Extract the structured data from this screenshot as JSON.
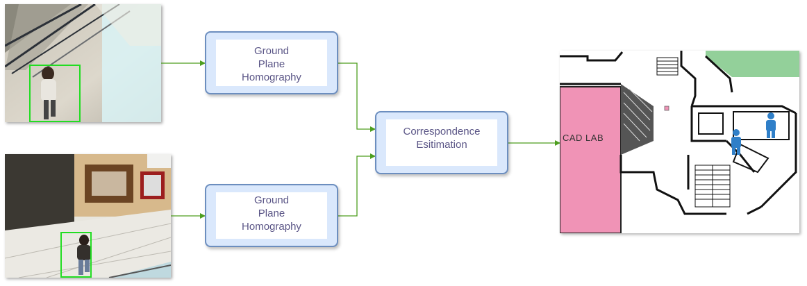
{
  "nodes": {
    "homography_top": "Ground\nPlane\nHomography",
    "homography_bottom": "Ground\nPlane\nHomography",
    "correspondence": "Correspondence\nEsitimation"
  },
  "map": {
    "room_label": "CAD LAB"
  },
  "colors": {
    "arrow": "#4d9e1e",
    "box_border": "#6c8ebf",
    "box_fill": "#dae8fc",
    "box_text": "#5a5586",
    "detection_box": "#22dd22",
    "cad_lab": "#f093b6",
    "map_green": "#93d09a"
  },
  "icons": [
    "person-icon",
    "person-icon"
  ]
}
